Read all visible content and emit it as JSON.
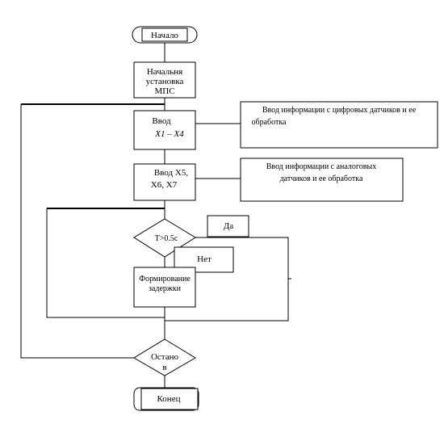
{
  "nodes": {
    "start": "Начало",
    "init": [
      "Начальня",
      "установка",
      "МПС"
    ],
    "input1_label": "Ввод",
    "input1_vars": "X1 – X4",
    "input2": [
      "Ввод X5,",
      "X6, X7"
    ],
    "decision1": "T>0.5c",
    "delay": [
      "Формирование",
      "задержки"
    ],
    "decision2": [
      "Остано",
      "в"
    ],
    "end": "Конец"
  },
  "branches": {
    "yes": "Да",
    "no": "Нет"
  },
  "comments": {
    "digital": [
      "Ввод информации с цифровых датчиков и ее",
      "обработка"
    ],
    "analog": [
      "Ввод информации с аналоговых",
      "датчиков и ее обработка"
    ]
  }
}
